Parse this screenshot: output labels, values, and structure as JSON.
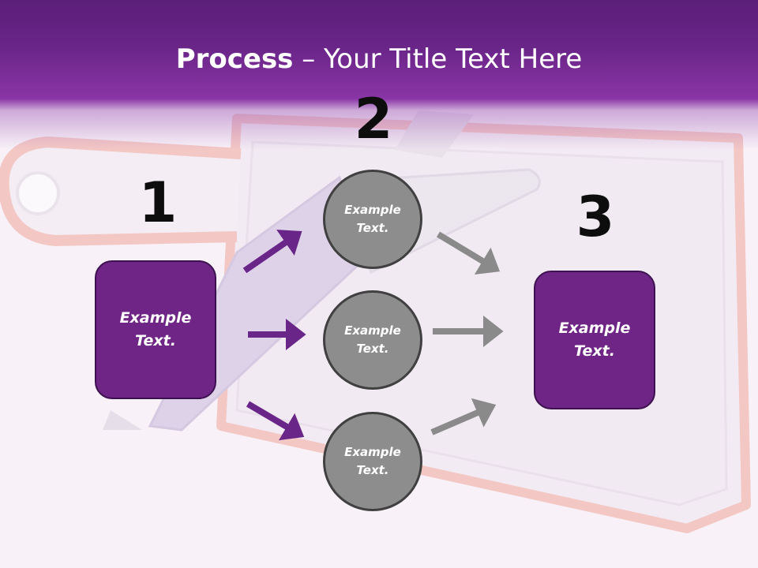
{
  "header": {
    "title_strong": "Process",
    "title_rest": " – Your Title Text Here"
  },
  "steps": {
    "one": {
      "number": "1",
      "text": "Example Text."
    },
    "two": {
      "number": "2"
    },
    "three": {
      "number": "3",
      "text": "Example Text."
    }
  },
  "middle_items": [
    {
      "text": "Example Text."
    },
    {
      "text": "Example Text."
    },
    {
      "text": "Example Text."
    }
  ],
  "colors": {
    "purple": "#6f2585",
    "gray": "#8d8d8d",
    "arrow_purple": "#6a2588",
    "arrow_gray": "#8a8a8a"
  },
  "icons": {
    "arrow": "right-arrow"
  }
}
